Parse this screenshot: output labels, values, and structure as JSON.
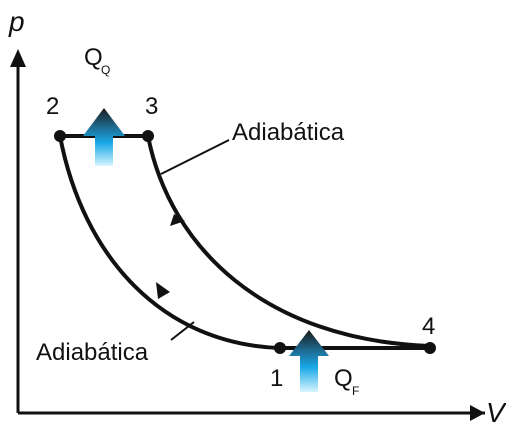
{
  "diagram": {
    "axes": {
      "y_label": "p",
      "x_label": "V"
    },
    "states": [
      {
        "label": "1"
      },
      {
        "label": "2"
      },
      {
        "label": "3"
      },
      {
        "label": "4"
      }
    ],
    "annotations": {
      "upper_adiabatic": "Adiabática",
      "lower_adiabatic": "Adiabática"
    },
    "heat": {
      "hot": {
        "main": "Q",
        "sub": "Q"
      },
      "cold": {
        "main": "Q",
        "sub": "F"
      }
    },
    "colors": {
      "line": "#111111",
      "arrow_top": "#1a1a1a",
      "arrow_mid": "#19a8e6",
      "arrow_bottom": "#d8f5ff"
    }
  }
}
